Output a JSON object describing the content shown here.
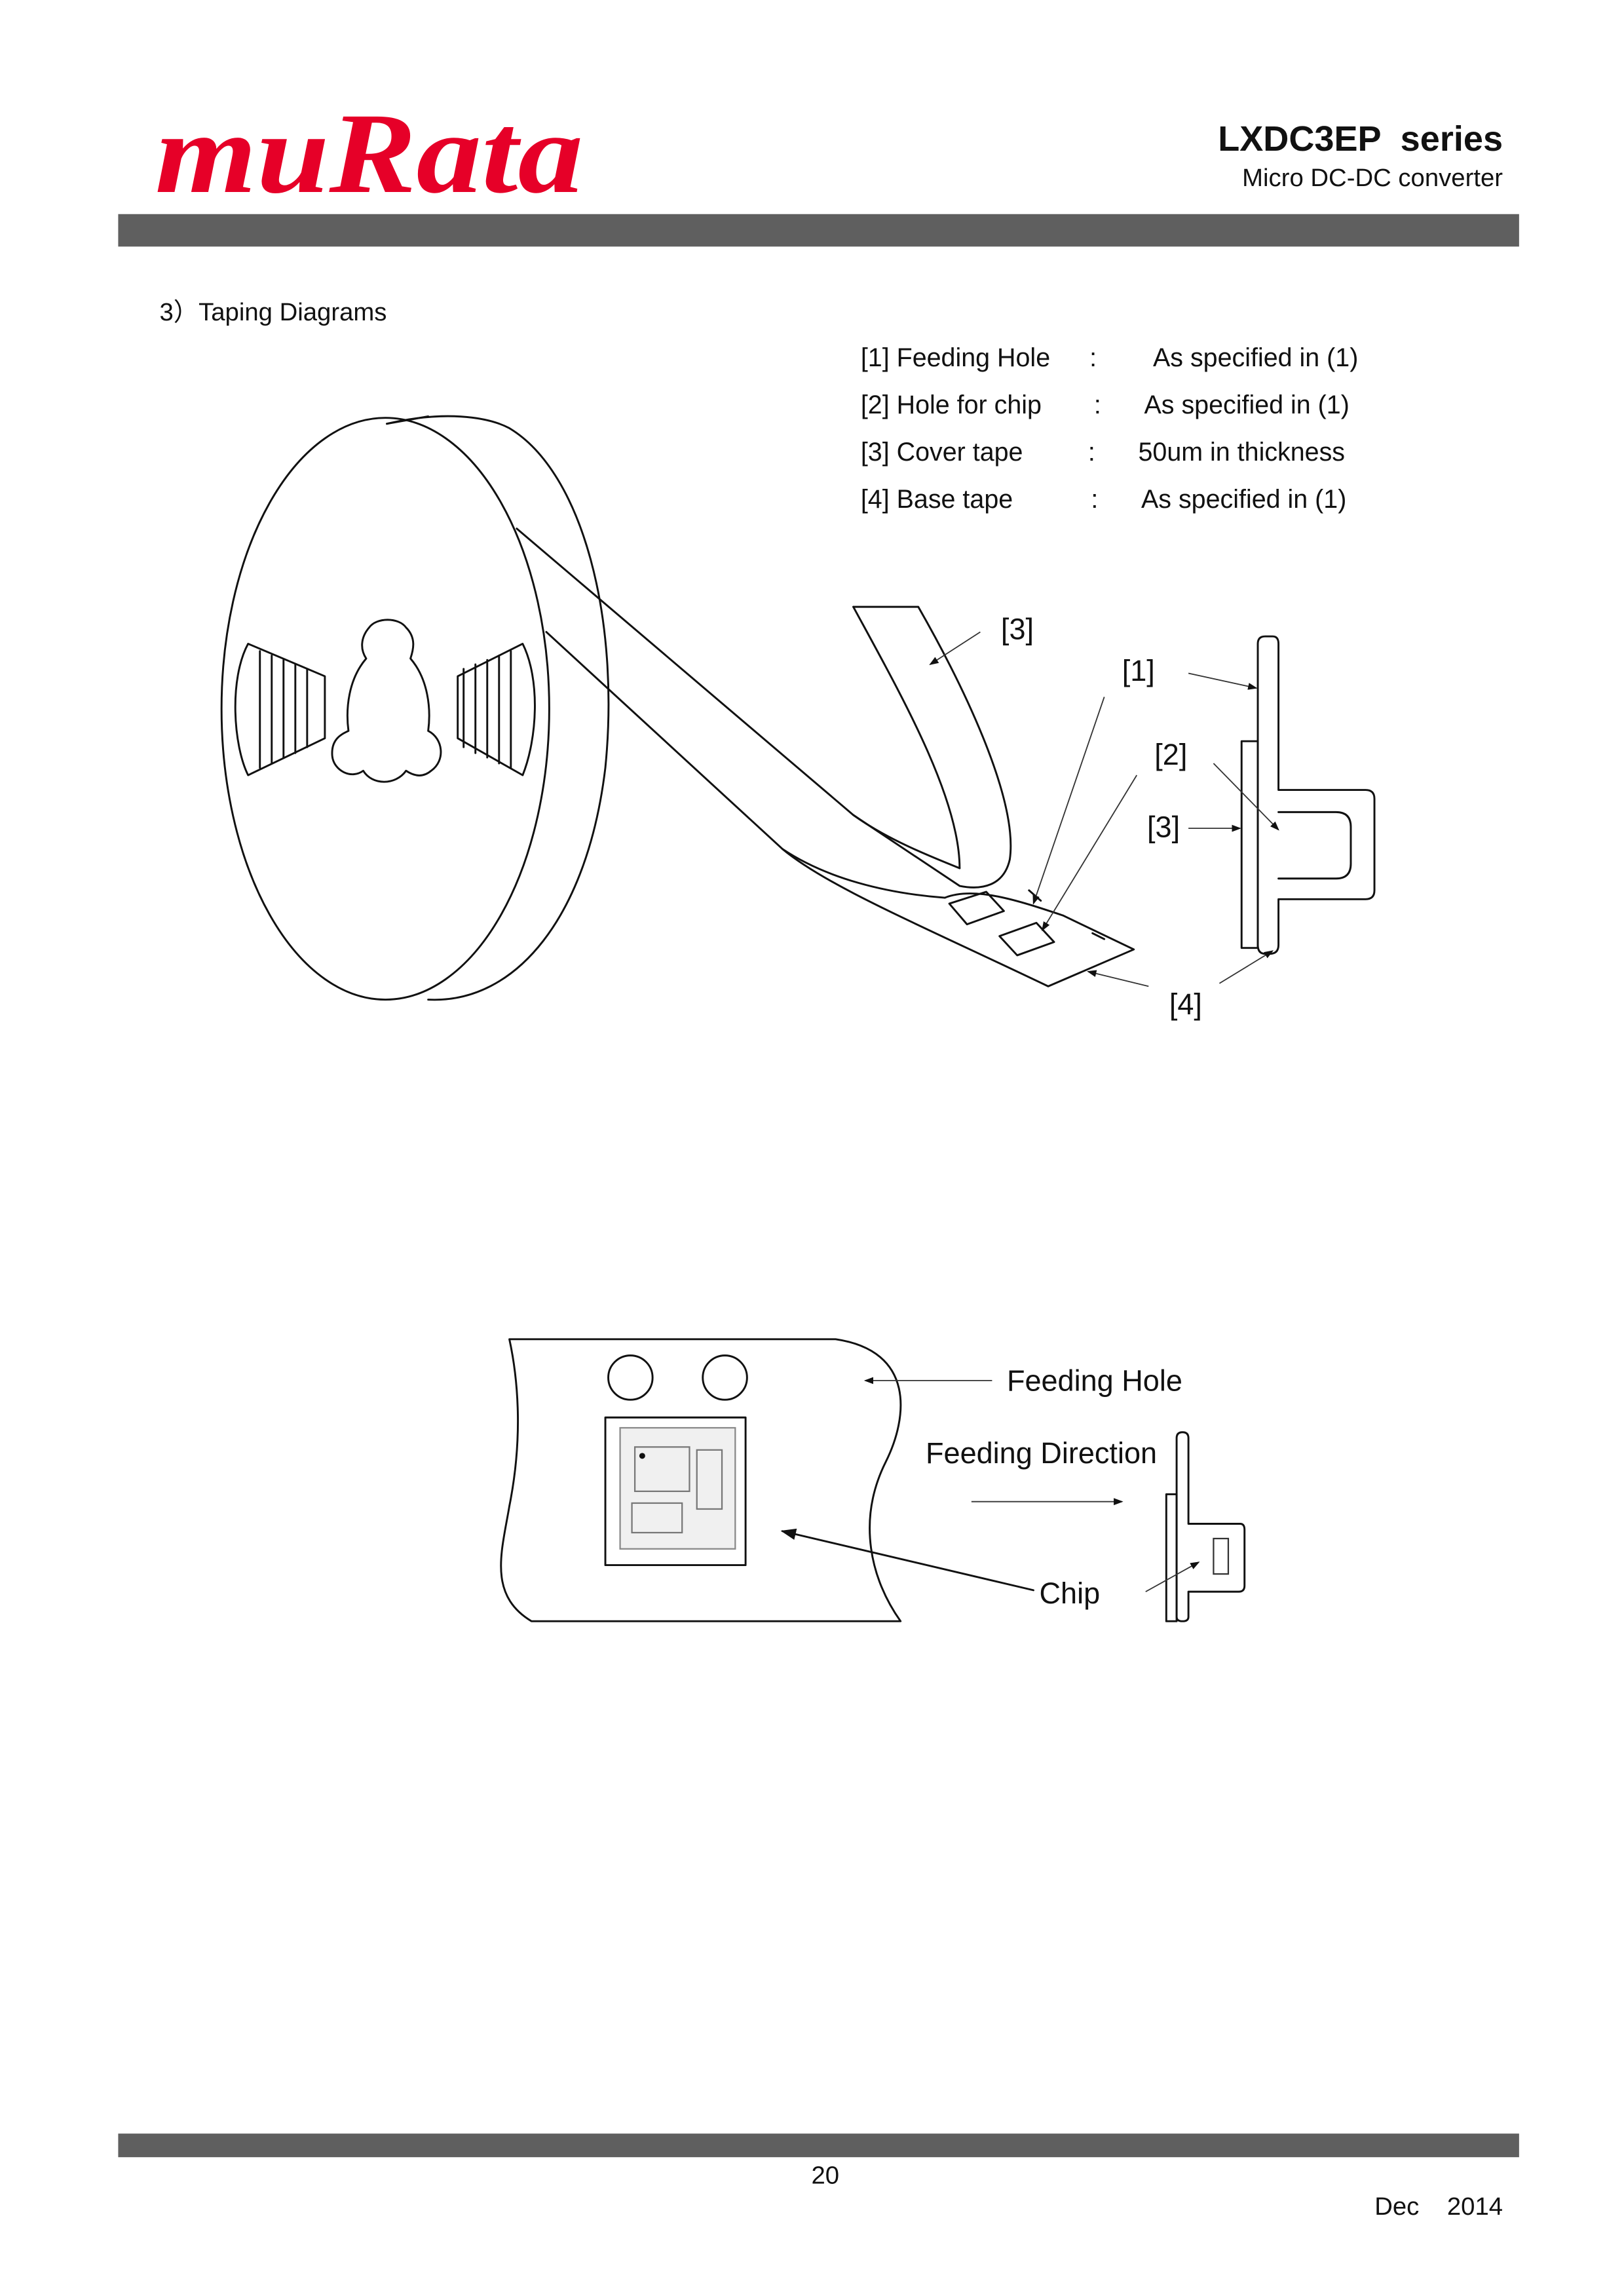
{
  "header": {
    "logo_text": "muRata",
    "series_title": "LXDC3EP  series",
    "subtitle": "Micro DC-DC converter",
    "brand_color": "#e60028"
  },
  "section_title": "3）Taping Diagrams",
  "legend": [
    {
      "label": "[1] Feeding Hole",
      "sep": ":",
      "value": "As specified in (1)"
    },
    {
      "label": "[2] Hole for chip",
      "sep": ":",
      "value": "As specified in (1)"
    },
    {
      "label": "[3] Cover tape",
      "sep": ":",
      "value": "50um in thickness"
    },
    {
      "label": "[4] Base tape",
      "sep": ":",
      "value": "As specified in (1)"
    }
  ],
  "reel_callouts": {
    "c3a": "[3]",
    "c1": "[1]",
    "c2": "[2]",
    "c3b": "[3]",
    "c4": "[4]"
  },
  "tape_diagram": {
    "feeding_hole": "Feeding Hole",
    "feeding_direction": "Feeding Direction",
    "chip": "Chip"
  },
  "footer": {
    "page_number": "20",
    "date": "Dec    2014"
  }
}
